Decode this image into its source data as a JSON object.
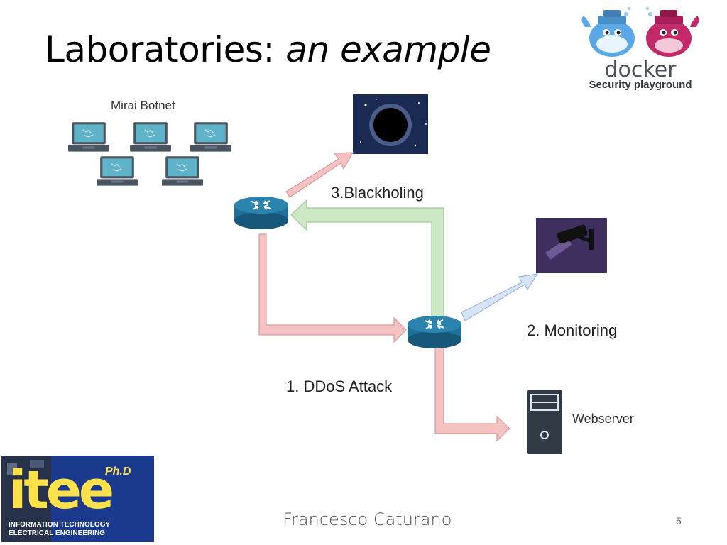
{
  "slide": {
    "title_main": "Laboratories: ",
    "title_italic": "an example",
    "footer": "Francesco Caturano",
    "page_number": "5"
  },
  "logos": {
    "docker_text": "docker",
    "docker_subtitle": "Security playground",
    "itee_main": "itee",
    "itee_badge": "Ph.D",
    "itee_line1": "INFORMATION TECHNOLOGY",
    "itee_line2": "ELECTRICAL ENGINEERING"
  },
  "diagram": {
    "botnet_label": "Mirai Botnet",
    "step1": "1. DDoS Attack",
    "step2": "2. Monitoring",
    "step3": "3.Blackholing",
    "webserver_label": "Webserver"
  },
  "colors": {
    "attack_arrow": "#f4c2c2",
    "attack_arrow_border": "#d99a9a",
    "blackhole_arrow": "#cde8c5",
    "blackhole_arrow_border": "#9fc995",
    "monitor_arrow": "#d6e4f5",
    "monitor_arrow_border": "#9fb7d4",
    "router": "#1f6f96"
  }
}
